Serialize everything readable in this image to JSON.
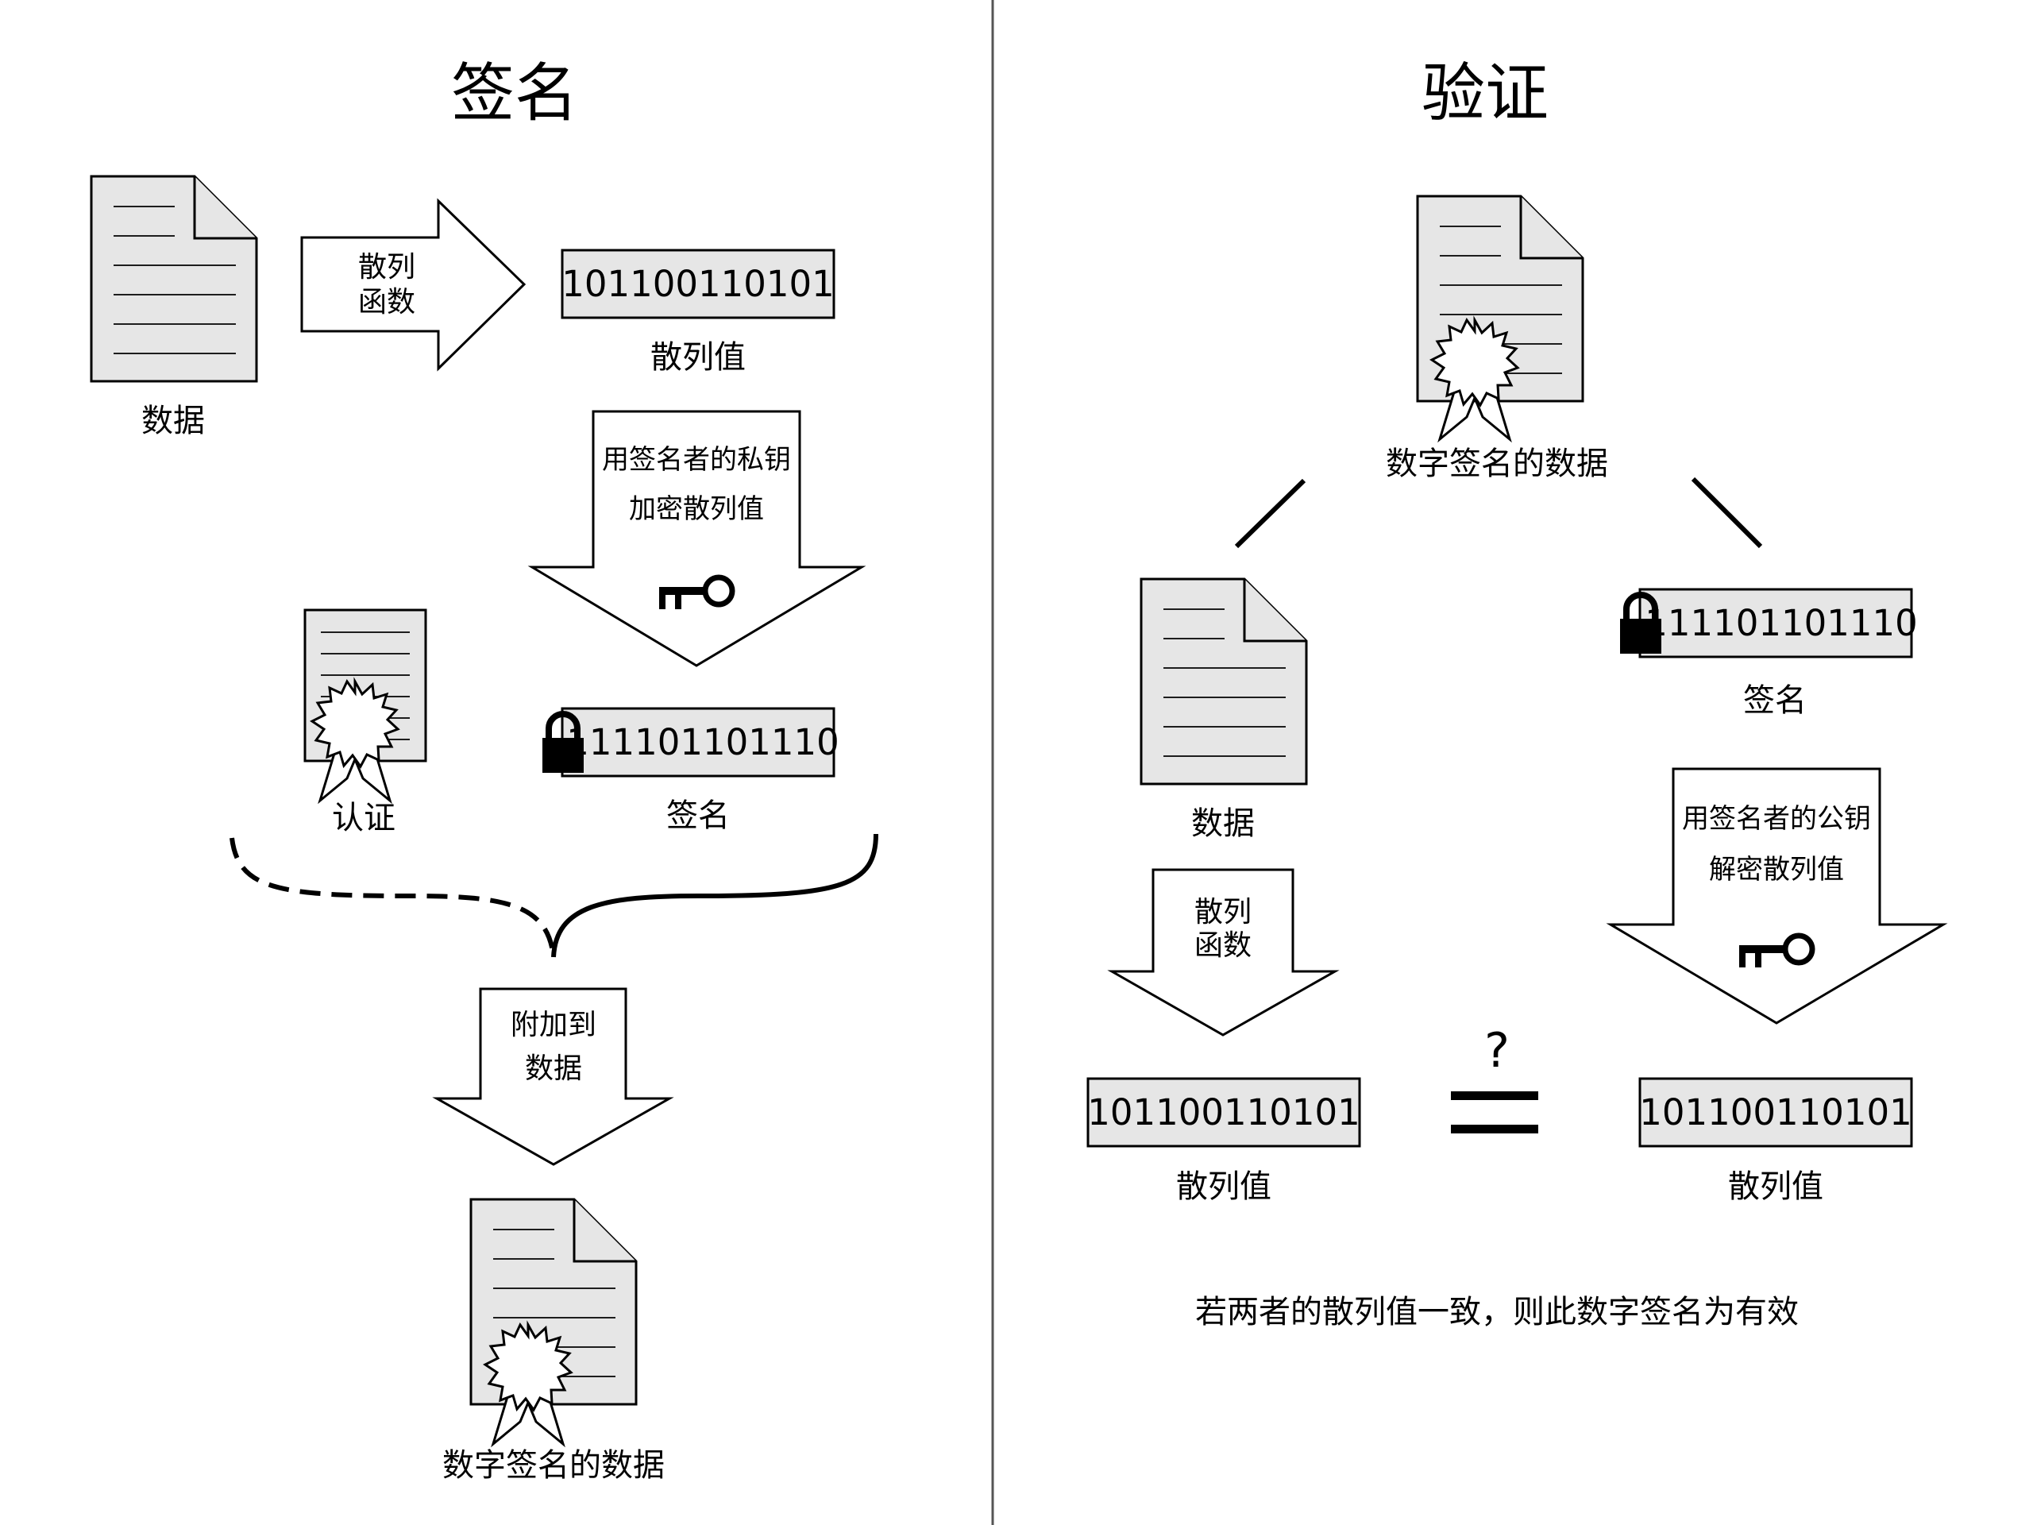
{
  "sign": {
    "title": "签名",
    "data_label": "数据",
    "hash_arrow_line1": "散列",
    "hash_arrow_line2": "函数",
    "hash_bits": "101100110101",
    "hash_label": "散列值",
    "encrypt_line1": "用签名者的私钥",
    "encrypt_line2": "加密散列值",
    "signature_bits": "111101101110",
    "signature_label": "签名",
    "certificate_label": "认证",
    "attach_line1": "附加到",
    "attach_line2": "数据",
    "signed_data_label": "数字签名的数据"
  },
  "verify": {
    "title": "验证",
    "signed_data_label": "数字签名的数据",
    "data_label": "数据",
    "signature_bits": "111101101110",
    "signature_label": "签名",
    "hash_arrow_line1": "散列",
    "hash_arrow_line2": "函数",
    "decrypt_line1": "用签名者的公钥",
    "decrypt_line2": "解密散列值",
    "hash_bits_left": "101100110101",
    "hash_label_left": "散列值",
    "hash_bits_right": "101100110101",
    "hash_label_right": "散列值",
    "compare_symbol": "?",
    "conclusion": "若两者的散列值一致，则此数字签名为有效"
  },
  "colors": {
    "document_fill": "#e6e6e6",
    "box_fill": "#e6e6e6",
    "stroke": "#000000",
    "background": "#ffffff"
  },
  "icons": [
    "document-icon",
    "certificate-seal-icon",
    "key-icon",
    "padlock-icon"
  ]
}
